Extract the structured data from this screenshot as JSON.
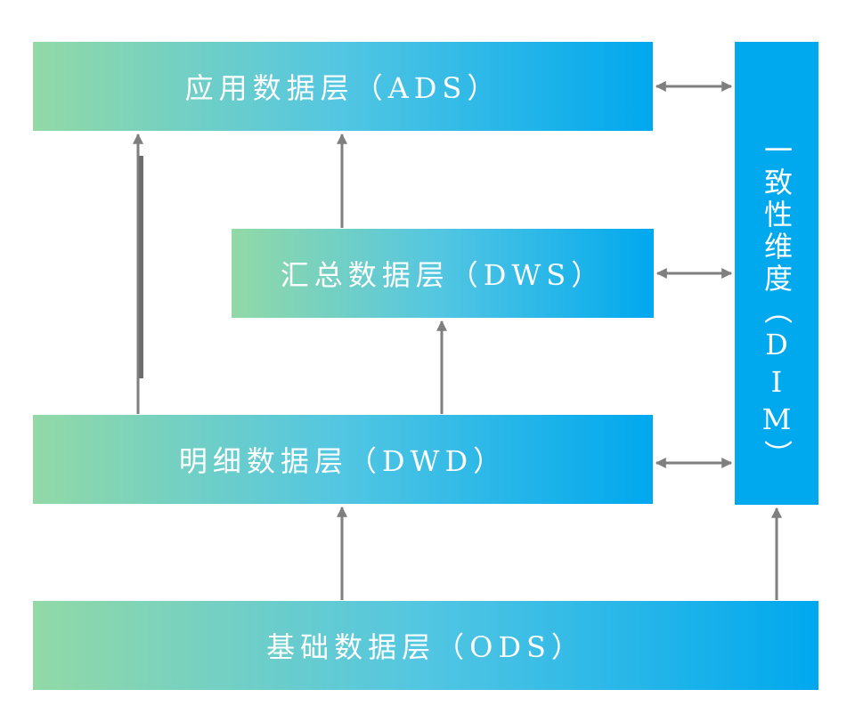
{
  "colors": {
    "gradient_start": "#92D9A6",
    "gradient_mid": "#52C6E2",
    "gradient_end": "#00A8EE",
    "arrow": "#7F7F7F",
    "background": "#FFFFFF",
    "text": "#FFFFFF"
  },
  "layers": {
    "ads": {
      "label": "应用数据层（ADS）"
    },
    "dws": {
      "label": "汇总数据层（DWS）"
    },
    "dwd": {
      "label": "明细数据层（DWD）"
    },
    "ods": {
      "label": "基础数据层（ODS）"
    }
  },
  "dim": {
    "label": "一致性维度（DIM）"
  },
  "flows": [
    {
      "from": "ods",
      "to": "dwd",
      "direction": "up"
    },
    {
      "from": "ods",
      "to": "dim",
      "direction": "up"
    },
    {
      "from": "dwd",
      "to": "dws",
      "direction": "up"
    },
    {
      "from": "dwd",
      "to": "ads",
      "direction": "up"
    },
    {
      "from": "dws",
      "to": "ads",
      "direction": "up"
    },
    {
      "from": "ads",
      "to": "dim",
      "direction": "both"
    },
    {
      "from": "dws",
      "to": "dim",
      "direction": "both"
    },
    {
      "from": "dwd",
      "to": "dim",
      "direction": "both"
    }
  ]
}
